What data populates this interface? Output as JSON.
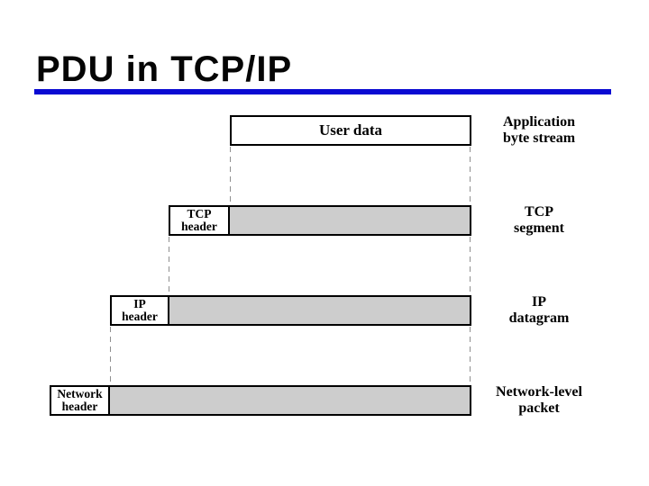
{
  "slide": {
    "title": "PDU in TCP/IP"
  },
  "colors": {
    "title_underline_blue": "#0a0ad2",
    "payload_fill_gray": "#cdcdcd",
    "dashed_connector_gray": "#8f8f8f",
    "border_black": "#000000"
  },
  "diagram": {
    "rows": [
      {
        "box_label": "User data",
        "right_line1": "Application",
        "right_line2": "byte stream"
      },
      {
        "header_line1": "TCP",
        "header_line2": "header",
        "right_line1": "TCP",
        "right_line2": "segment"
      },
      {
        "header_line1": "IP",
        "header_line2": "header",
        "right_line1": "IP",
        "right_line2": "datagram"
      },
      {
        "header_line1": "Network",
        "header_line2": "header",
        "right_line1": "Network-level",
        "right_line2": "packet"
      }
    ]
  }
}
